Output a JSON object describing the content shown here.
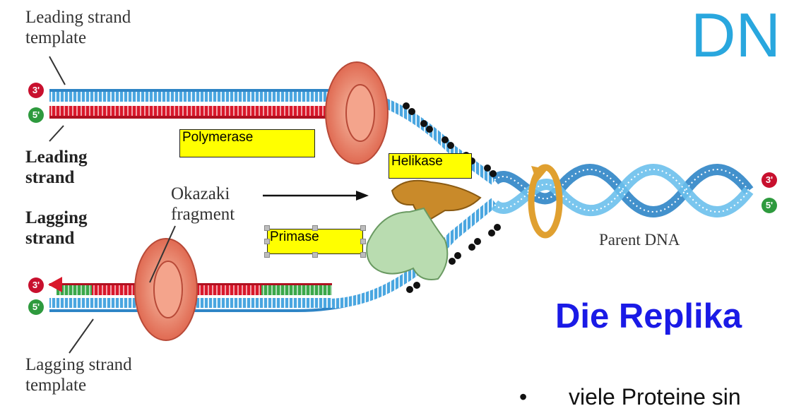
{
  "diagram": {
    "labels": {
      "leading_template": "Leading strand\ntemplate",
      "leading_strand": "Leading\nstrand",
      "okazaki": "Okazaki\nfragment",
      "lagging_strand": "Lagging\nstrand",
      "lagging_template": "Lagging strand\ntemplate",
      "parent_dna": "Parent DNA"
    },
    "primes": {
      "three": "3'",
      "five": "5'"
    },
    "annotations": {
      "polymerase": "Polymerase",
      "helikase": "Helikase",
      "primase": "Primase"
    },
    "colors": {
      "strand_blue": "#3a9ad9",
      "strand_red": "#d9182b",
      "strand_green": "#3aa84a",
      "prime_red": "#c8102e",
      "prime_green": "#2e9a3e",
      "polymerase_ring": "#e8806a",
      "helicase": "#c98a2a",
      "primase": "#b9dcb0",
      "highlight": "#ffff00"
    }
  },
  "slide": {
    "title": "DN",
    "heading": "Die Replika",
    "bullet": "viele Proteine sin"
  }
}
